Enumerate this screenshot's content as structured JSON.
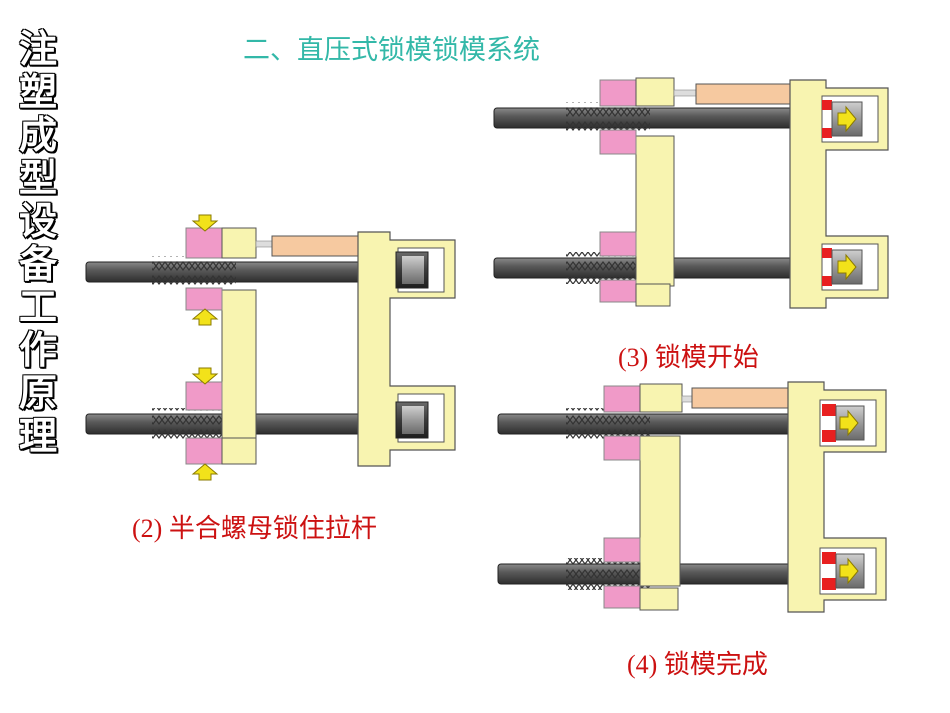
{
  "sidebar": {
    "title_chars": [
      "注",
      "塑",
      "成",
      "型",
      "设",
      "备",
      "工",
      "作",
      "原",
      "理"
    ]
  },
  "heading": "二、直压式锁模锁模系统",
  "captions": {
    "step2": "(2) 半合螺母锁住拉杆",
    "step3": "(3) 锁模开始",
    "step4": "(4) 锁模完成"
  },
  "colors": {
    "heading": "#33b8a8",
    "caption": "#cc1111",
    "platen": "#f8f4b0",
    "half_nut": "#f09ac8",
    "cylinder_rod": "#f6c9a0",
    "tie_rod": "#555555",
    "arrow": "#f2e21a",
    "seal": "#e82020"
  }
}
